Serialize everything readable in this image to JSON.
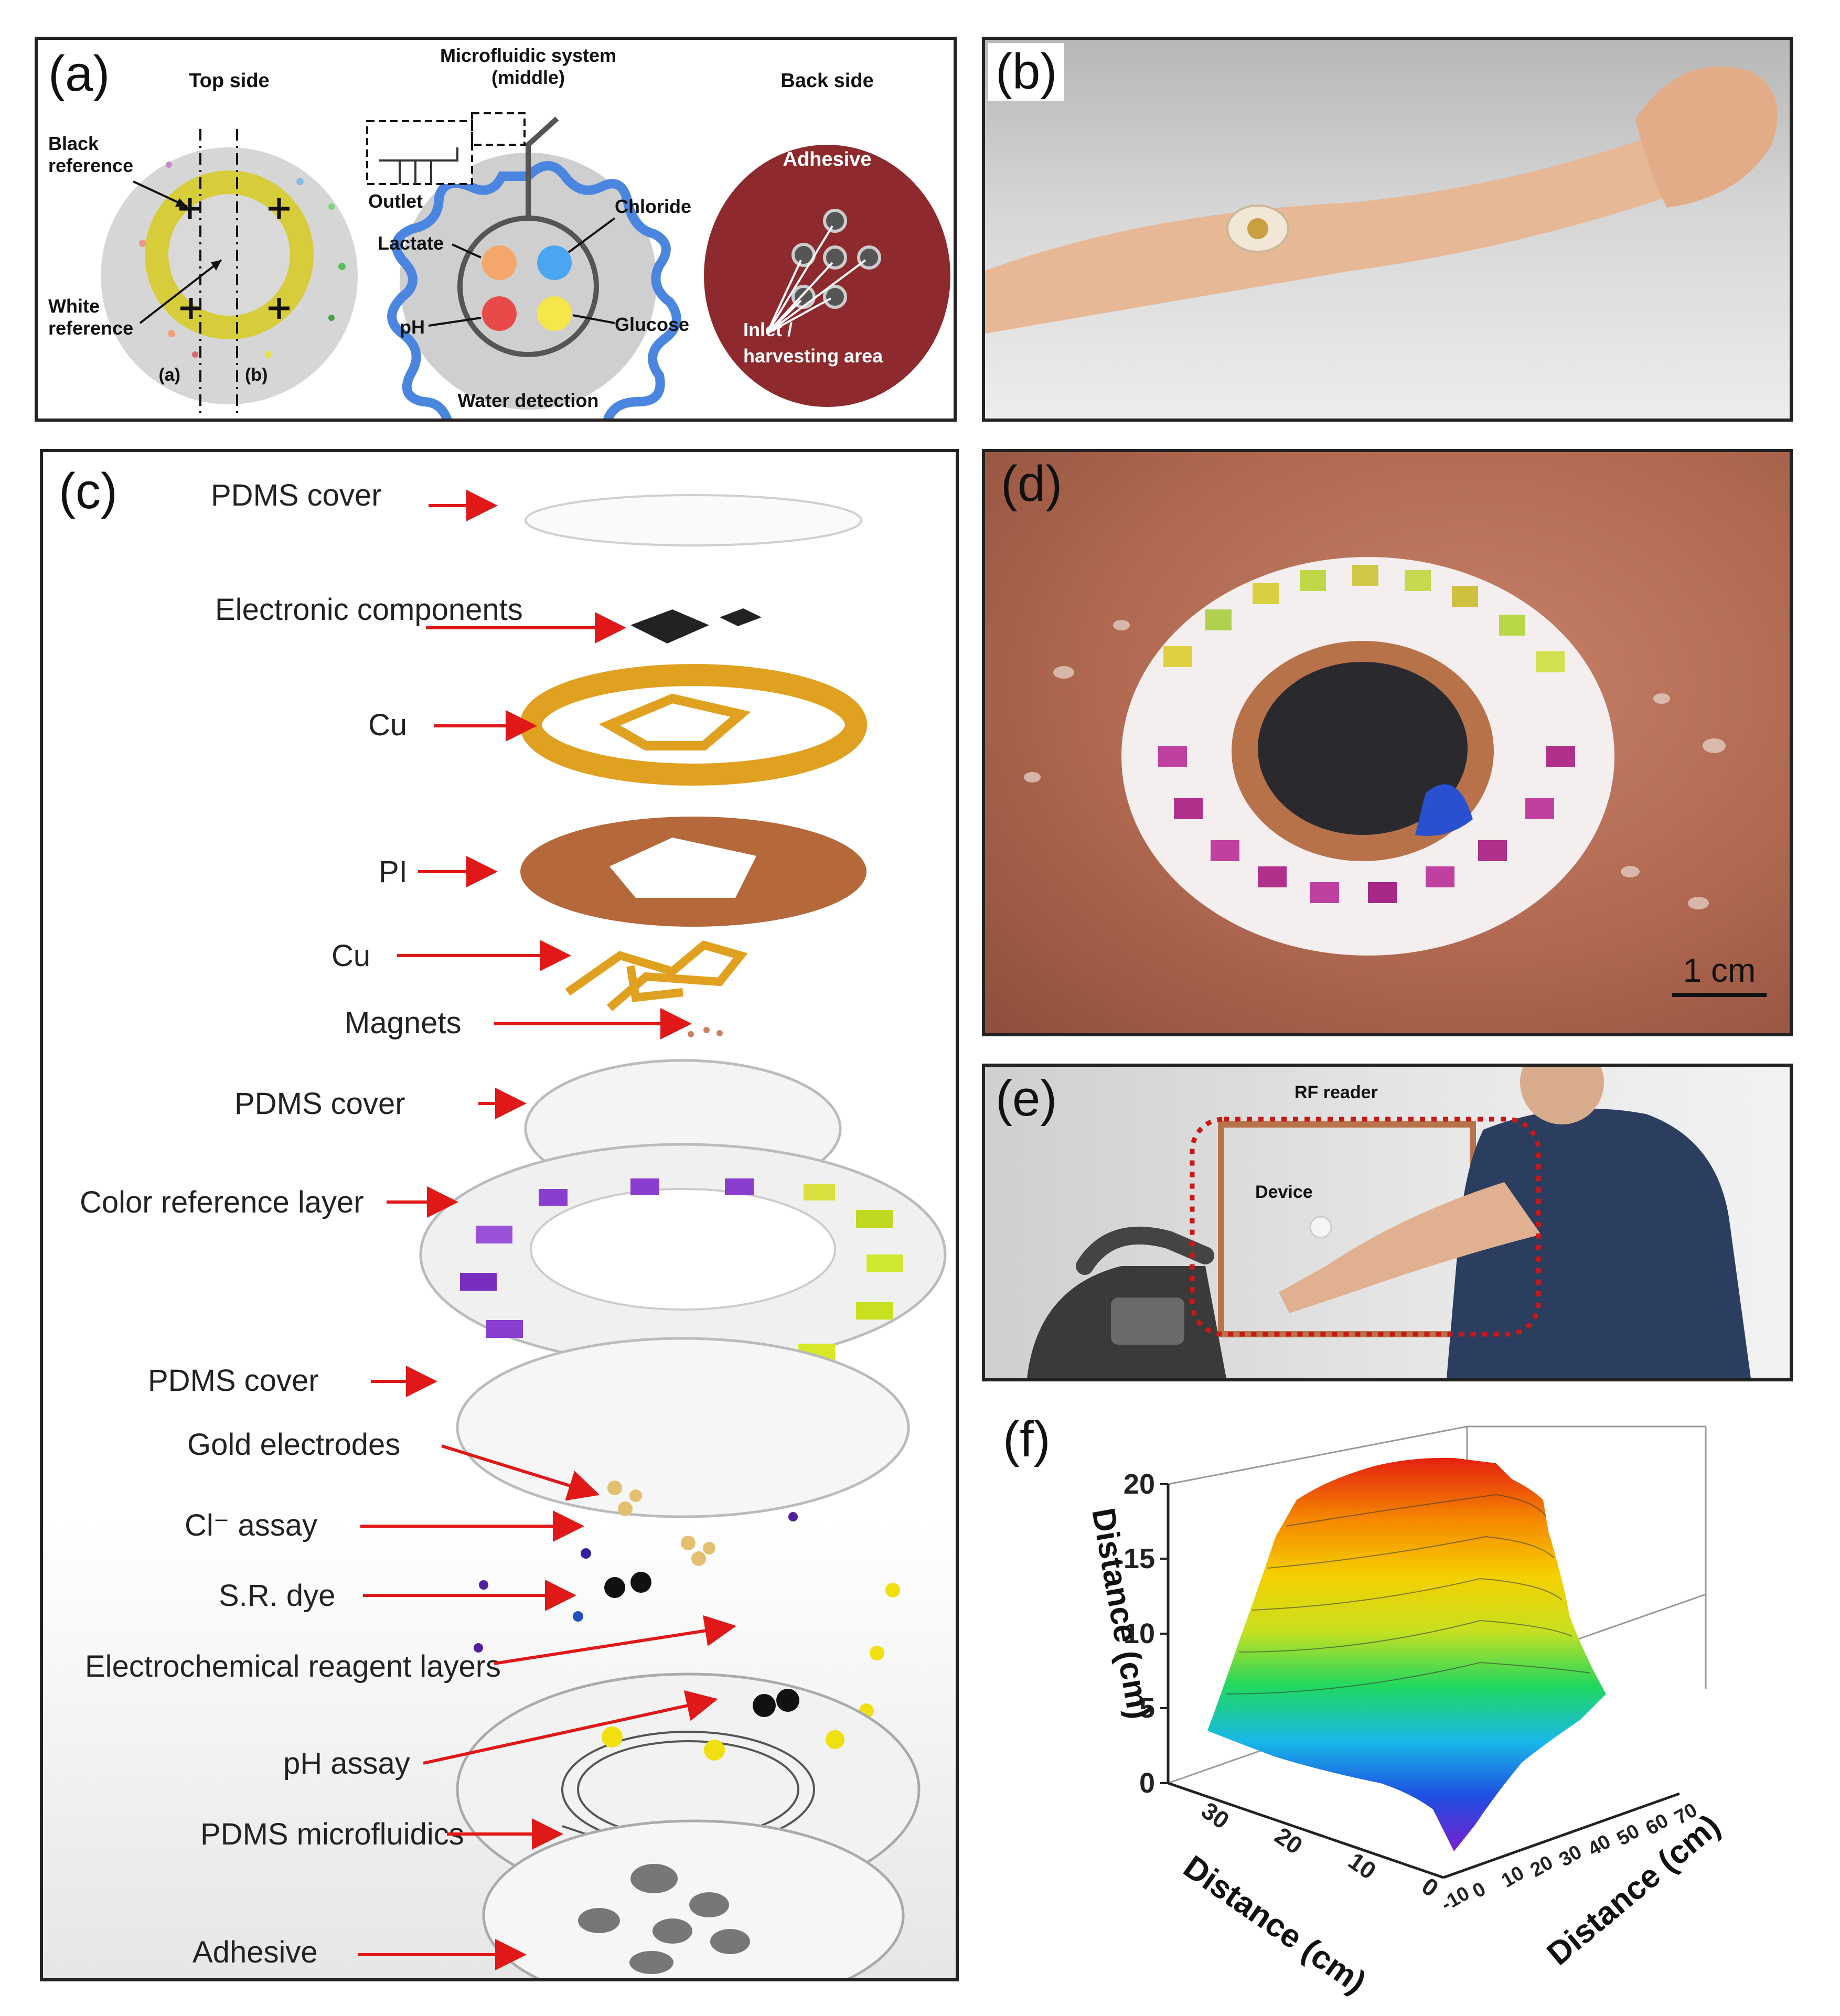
{
  "panels": {
    "a": {
      "label": "(a)",
      "top_title": "Top side",
      "middle_title_1": "Microfluidic system",
      "middle_title_2": "(middle)",
      "back_title": "Back side",
      "black_ref_1": "Black",
      "black_ref_2": "reference",
      "white_ref_1": "White",
      "white_ref_2": "reference",
      "cut_a": "(a)",
      "cut_b": "(b)",
      "outlet": "Outlet",
      "lactate": "Lactate",
      "chloride": "Chloride",
      "ph": "pH",
      "glucose": "Glucose",
      "water": "Water detection",
      "adhesive": "Adhesive",
      "inlet_1": "Inlet /",
      "inlet_2": "harvesting area"
    },
    "b": {
      "label": "(b)"
    },
    "c": {
      "label": "(c)",
      "layers": [
        "PDMS cover",
        "Electronic components",
        "Cu",
        "PI",
        "Cu",
        "Magnets",
        "PDMS cover",
        "Color reference layer",
        "PDMS cover",
        "Gold electrodes",
        "Cl⁻ assay",
        "S.R. dye",
        "Electrochemical reagent layers",
        "pH assay",
        "PDMS microfluidics",
        "Adhesive"
      ]
    },
    "d": {
      "label": "(d)",
      "scale": "1 cm"
    },
    "e": {
      "label": "(e)",
      "rf_reader": "RF reader",
      "device": "Device"
    },
    "f": {
      "label": "(f)",
      "chart_data": {
        "type": "surface",
        "zlabel": "Distance (cm)",
        "xlabel": "Distance (cm)",
        "ylabel": "Distance (cm)",
        "z_ticks": [
          "0",
          "5",
          "10",
          "15",
          "20"
        ],
        "x_ticks": [
          "30",
          "20",
          "10",
          "0"
        ],
        "y_ticks": [
          "-10",
          "0",
          "10",
          "20",
          "30",
          "40",
          "50",
          "60",
          "70"
        ],
        "zlim": [
          0,
          20
        ],
        "xlim": [
          -5,
          30
        ],
        "ylim": [
          -10,
          70
        ],
        "colormap": [
          "#7a1fd0",
          "#1f4fe0",
          "#18b8e8",
          "#20d860",
          "#c8e020",
          "#f5d000",
          "#f58a00",
          "#e42010"
        ]
      }
    }
  }
}
